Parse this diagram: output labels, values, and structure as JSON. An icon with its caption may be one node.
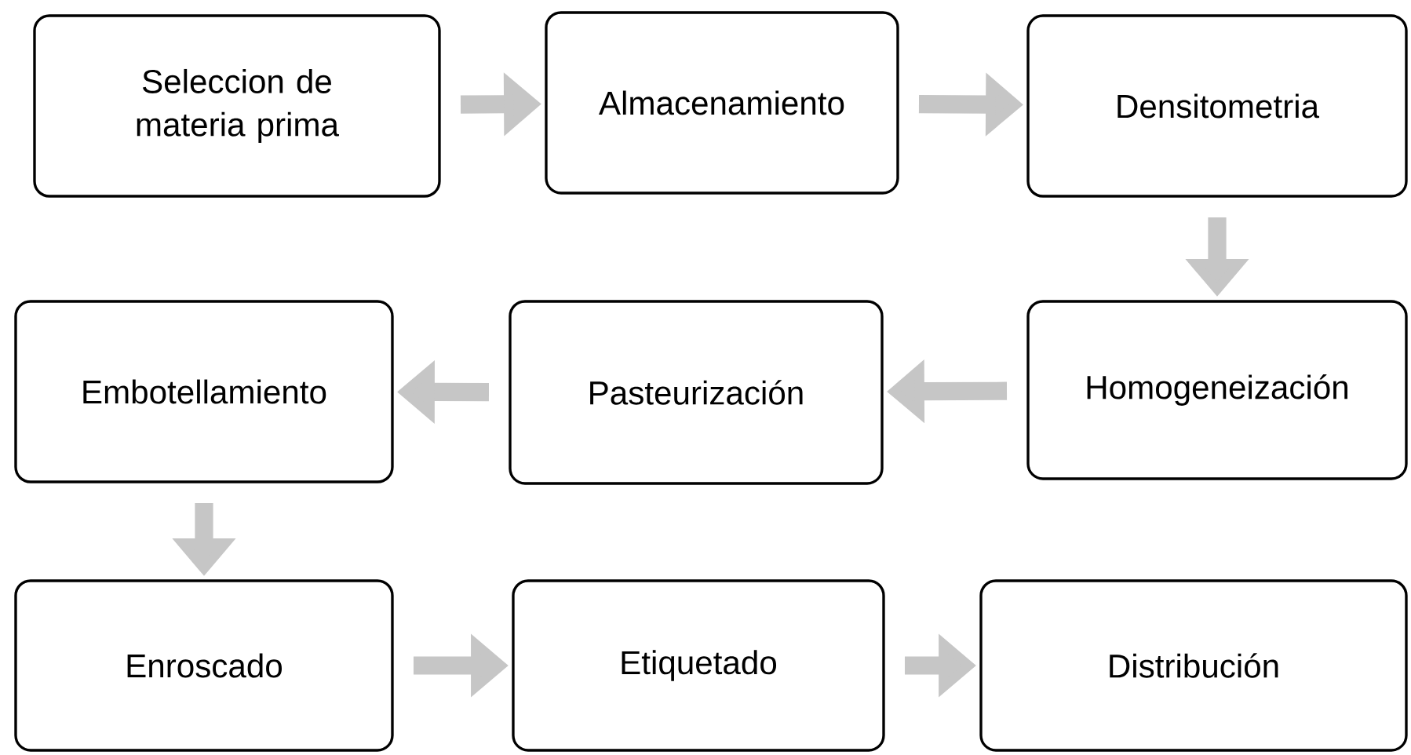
{
  "diagram": {
    "nodes": [
      {
        "text": [
          "Seleccion de materia prima"
        ]
      },
      {
        "text": [
          "Almacenamiento"
        ]
      },
      {
        "text": [
          "Densitometria"
        ]
      },
      {
        "text": [
          "Homogeneización"
        ]
      },
      {
        "text": [
          "Pasteurización"
        ]
      },
      {
        "text": [
          "Embotellamiento"
        ]
      },
      {
        "text": [
          "Enroscado"
        ]
      },
      {
        "text": [
          "Etiquetado"
        ]
      },
      {
        "text": [
          "Distribución"
        ]
      }
    ],
    "edges": [
      {
        "from": 0,
        "to": 1,
        "arrow": "to"
      },
      {
        "from": 1,
        "to": 2,
        "arrow": "to"
      },
      {
        "from": 2,
        "to": 3,
        "arrow": "to"
      },
      {
        "from": 3,
        "to": 4,
        "arrow": "to"
      },
      {
        "from": 4,
        "to": 5,
        "arrow": "to"
      },
      {
        "from": 5,
        "to": 6,
        "arrow": "to"
      },
      {
        "from": 6,
        "to": 7,
        "arrow": "to"
      },
      {
        "from": 7,
        "to": 8,
        "arrow": "to"
      }
    ]
  }
}
